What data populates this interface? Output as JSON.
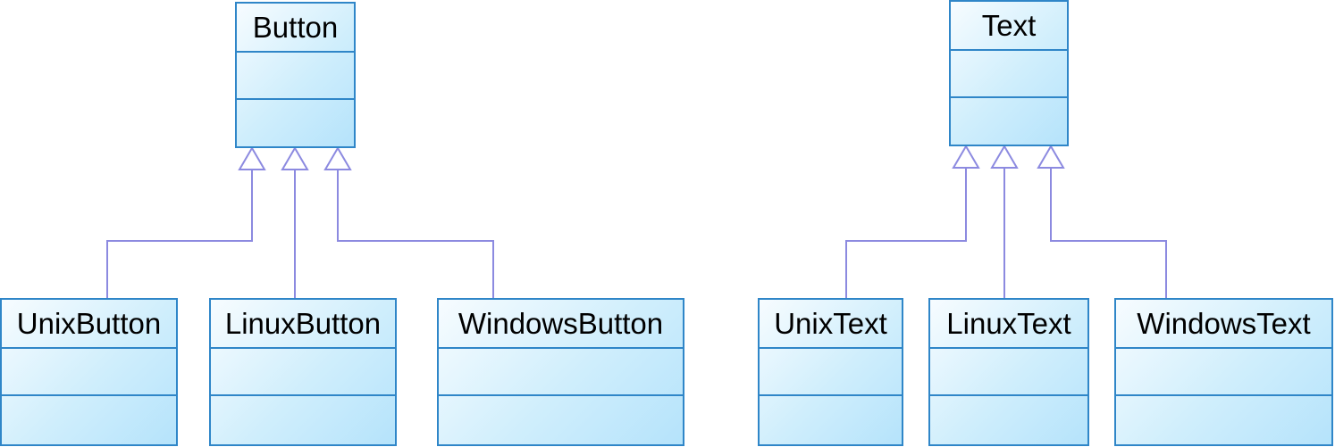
{
  "colors": {
    "class_border": "#2f86c8",
    "class_fill_light": "#f7fcff",
    "class_fill_dark": "#b5e3fb",
    "connector": "#8c8ae0"
  },
  "relationship": "generalization",
  "hierarchies": [
    {
      "parent": {
        "name": "Button"
      },
      "children": [
        {
          "name": "UnixButton"
        },
        {
          "name": "LinuxButton"
        },
        {
          "name": "WindowsButton"
        }
      ]
    },
    {
      "parent": {
        "name": "Text"
      },
      "children": [
        {
          "name": "UnixText"
        },
        {
          "name": "LinuxText"
        },
        {
          "name": "WindowsText"
        }
      ]
    }
  ]
}
